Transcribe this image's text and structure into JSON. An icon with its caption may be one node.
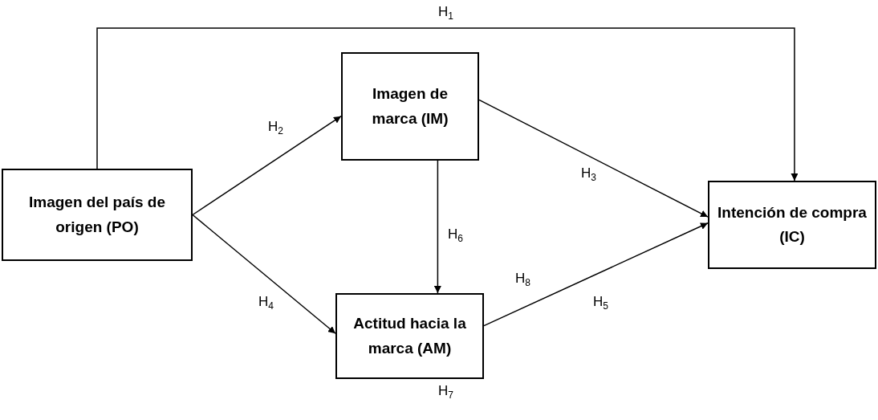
{
  "diagram": {
    "nodes": [
      {
        "text": [
          "Imagen del país de origen (PO)"
        ]
      },
      {
        "text": [
          "Imagen de marca (IM)"
        ]
      },
      {
        "text": [
          "Actitud hacia la marca (AM)"
        ]
      },
      {
        "text": [
          "Intención de compra (IC)"
        ]
      }
    ],
    "edges": [
      {
        "from": 0,
        "to": 3,
        "arrow": "to",
        "label": "H$_{1}$"
      },
      {
        "from": 0,
        "to": 1,
        "arrow": "to",
        "label": "H$_{2}$"
      },
      {
        "from": 1,
        "to": 3,
        "arrow": "to",
        "label": "H$_{3}$"
      },
      {
        "from": 0,
        "to": 2,
        "arrow": "to",
        "label": "H$_{4}$"
      },
      {
        "from": 2,
        "to": 3,
        "arrow": "to",
        "label": "H$_{5}$"
      },
      {
        "from": 1,
        "to": 2,
        "arrow": "to",
        "label": "H$_{6}$"
      }
    ],
    "labels": [
      "H$_{8}$",
      "H$_{7}$"
    ]
  }
}
